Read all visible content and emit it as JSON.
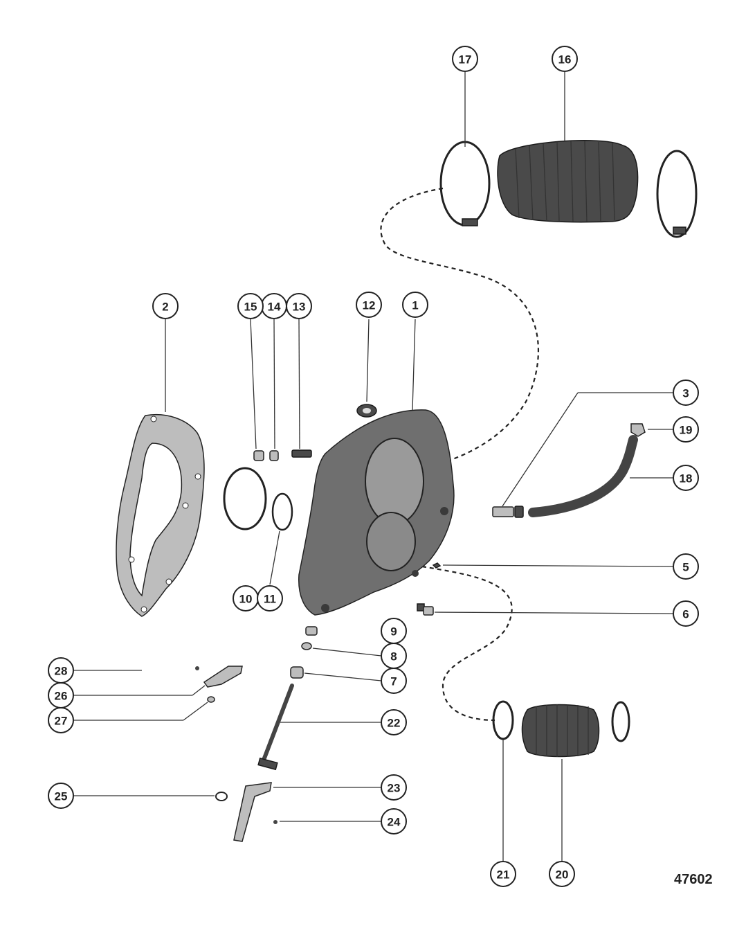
{
  "figure_number": "47602",
  "callouts": [
    {
      "label": "1"
    },
    {
      "label": "2"
    },
    {
      "label": "3"
    },
    {
      "label": "5"
    },
    {
      "label": "6"
    },
    {
      "label": "7"
    },
    {
      "label": "8"
    },
    {
      "label": "9"
    },
    {
      "label": "10"
    },
    {
      "label": "11"
    },
    {
      "label": "12"
    },
    {
      "label": "13"
    },
    {
      "label": "14"
    },
    {
      "label": "15"
    },
    {
      "label": "16"
    },
    {
      "label": "17"
    },
    {
      "label": "18"
    },
    {
      "label": "19"
    },
    {
      "label": "20"
    },
    {
      "label": "21"
    },
    {
      "label": "22"
    },
    {
      "label": "23"
    },
    {
      "label": "24"
    },
    {
      "label": "25"
    },
    {
      "label": "26"
    },
    {
      "label": "27"
    },
    {
      "label": "28"
    }
  ]
}
